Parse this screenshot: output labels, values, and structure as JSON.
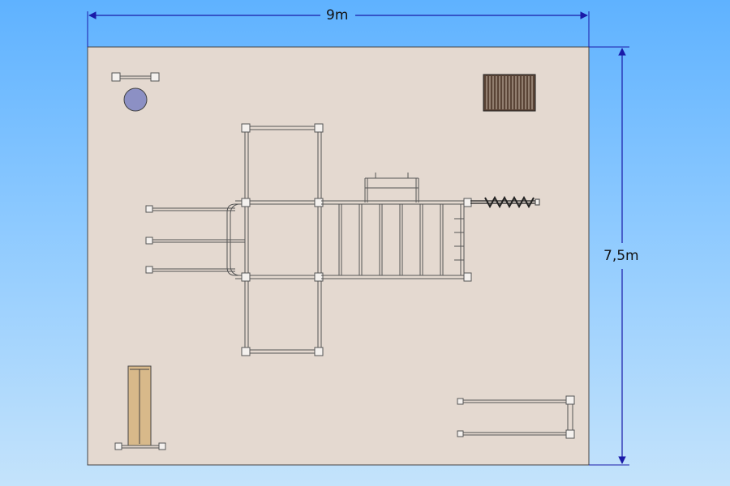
{
  "dimensions": {
    "width_label": "9m",
    "height_label": "7,5m"
  },
  "colors": {
    "sky_top": "#5fb2ff",
    "sky_bottom": "#c4e3fb",
    "ground": "#e4d9d0",
    "frame_line": "#555555",
    "dimension_line": "#1a1aa8",
    "pad": "#8c90c4",
    "wood": "#d8b98a",
    "grate": "#5a4436"
  },
  "elements": [
    "horizontal-bar",
    "round-pad",
    "trampoline-grate",
    "climbing-frame",
    "monkey-bars",
    "parallel-bars",
    "balance-beam",
    "rope-bridge",
    "ladder",
    "double-horizontal-bars"
  ]
}
